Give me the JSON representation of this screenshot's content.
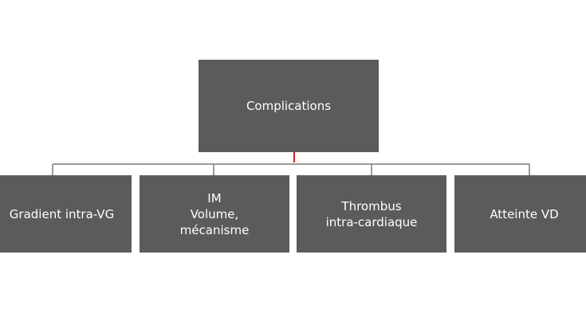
{
  "diagram": {
    "root": {
      "label": "Complications"
    },
    "children": [
      {
        "label": "Gradient intra-VG"
      },
      {
        "label": "IM\nVolume,\nmécanisme"
      },
      {
        "label": "Thrombus\nintra-cardiaque"
      },
      {
        "label": "Atteinte VD"
      }
    ]
  },
  "colors": {
    "box_fill": "#5b5b5b",
    "text": "#ffffff",
    "connector": "#7a7a7a",
    "root_stem": "#d62020",
    "background": "#ffffff"
  }
}
